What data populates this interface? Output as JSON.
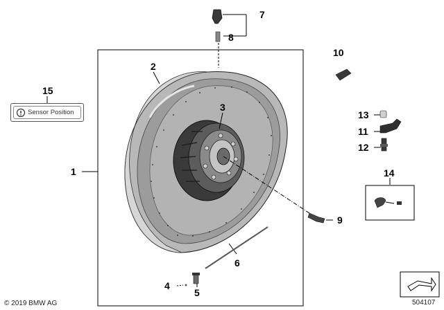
{
  "callouts": {
    "c1": "1",
    "c2": "2",
    "c3": "3",
    "c4": "4",
    "c5": "5",
    "c6": "6",
    "c7": "7",
    "c8": "8",
    "c9": "9",
    "c10": "10",
    "c11": "11",
    "c12": "12",
    "c13": "13",
    "c14": "14",
    "c15": "15"
  },
  "sensor_label": "Sensor Position",
  "copyright": "© 2019 BMW AG",
  "image_id": "504107",
  "colors": {
    "rim_light": "#c9c9c9",
    "rim_mid": "#a8a8a8",
    "rim_dark": "#6e6e6e",
    "hub_dark": "#3a3a3a",
    "line": "#000000"
  },
  "icons": {
    "sensor": "warning-circle-icon",
    "nav": "navigation-arrow-icon"
  }
}
